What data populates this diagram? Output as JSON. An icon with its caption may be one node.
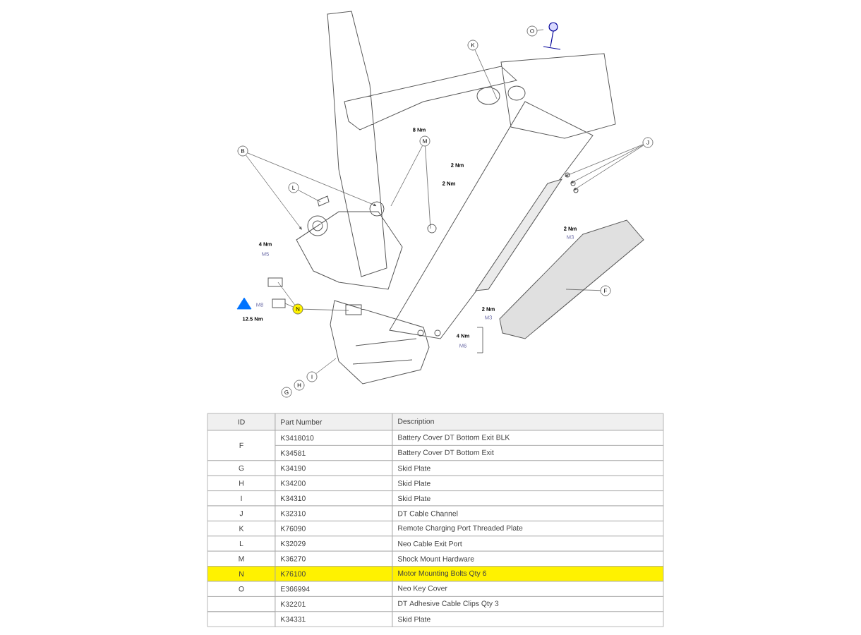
{
  "diagram": {
    "nodes": [
      {
        "text": [
          "O"
        ]
      },
      {
        "text": [
          "K"
        ]
      },
      {
        "text": [
          "B"
        ]
      },
      {
        "text": [
          "L"
        ]
      },
      {
        "text": [
          "M"
        ]
      },
      {
        "text": [
          "J"
        ]
      },
      {
        "text": [
          "F"
        ]
      },
      {
        "text": [
          "N"
        ]
      },
      {
        "text": [
          "G"
        ]
      },
      {
        "text": [
          "H"
        ]
      },
      {
        "text": [
          "I"
        ]
      }
    ],
    "edges": [
      {
        "from": 0,
        "to": null,
        "arrow": "none"
      },
      {
        "from": 1,
        "to": null,
        "arrow": "none"
      },
      {
        "from": 2,
        "to": null,
        "arrow": "to"
      },
      {
        "from": 2,
        "to": null,
        "arrow": "to"
      },
      {
        "from": 3,
        "to": null,
        "arrow": "none"
      },
      {
        "from": 4,
        "to": null,
        "arrow": "none"
      },
      {
        "from": 4,
        "to": null,
        "arrow": "none"
      },
      {
        "from": 5,
        "to": null,
        "arrow": "to"
      },
      {
        "from": 5,
        "to": null,
        "arrow": "to"
      },
      {
        "from": 5,
        "to": null,
        "arrow": "to"
      },
      {
        "from": 6,
        "to": null,
        "arrow": "none"
      },
      {
        "from": 7,
        "to": null,
        "arrow": "none"
      },
      {
        "from": 7,
        "to": null,
        "arrow": "none"
      },
      {
        "from": 7,
        "to": null,
        "arrow": "none"
      },
      {
        "from": 10,
        "to": null,
        "arrow": "none"
      }
    ],
    "labels": [
      "8 Nm",
      "2 Nm",
      "2 Nm",
      "2 Nm",
      "M3",
      "4 Nm",
      "M5",
      "M8",
      "12.5 Nm",
      "2 Nm",
      "M3",
      "4 Nm",
      "M6",
      "ID",
      "Part Number",
      "Description",
      "F",
      "K3418010",
      "Battery Cover DT Bottom Exit BLK",
      "K34581",
      "Battery Cover DT Bottom Exit",
      "G",
      "K34190",
      "Skid Plate",
      "H",
      "K34200",
      "Skid Plate",
      "I",
      "K34310",
      "Skid Plate",
      "J",
      "K32310",
      "DT Cable Channel",
      "K",
      "K76090",
      "Remote Charging Port Threaded Plate",
      "L",
      "K32029",
      "Neo Cable Exit Port",
      "M",
      "K36270",
      "Shock Mount Hardware",
      "N",
      "K76100",
      "Motor Mounting Bolts Qty 6",
      "O",
      "E366994",
      "Neo Key Cover",
      "K32201",
      "DT Adhesive Cable Clips Qty 3",
      "K34331",
      "Skid Plate"
    ]
  }
}
